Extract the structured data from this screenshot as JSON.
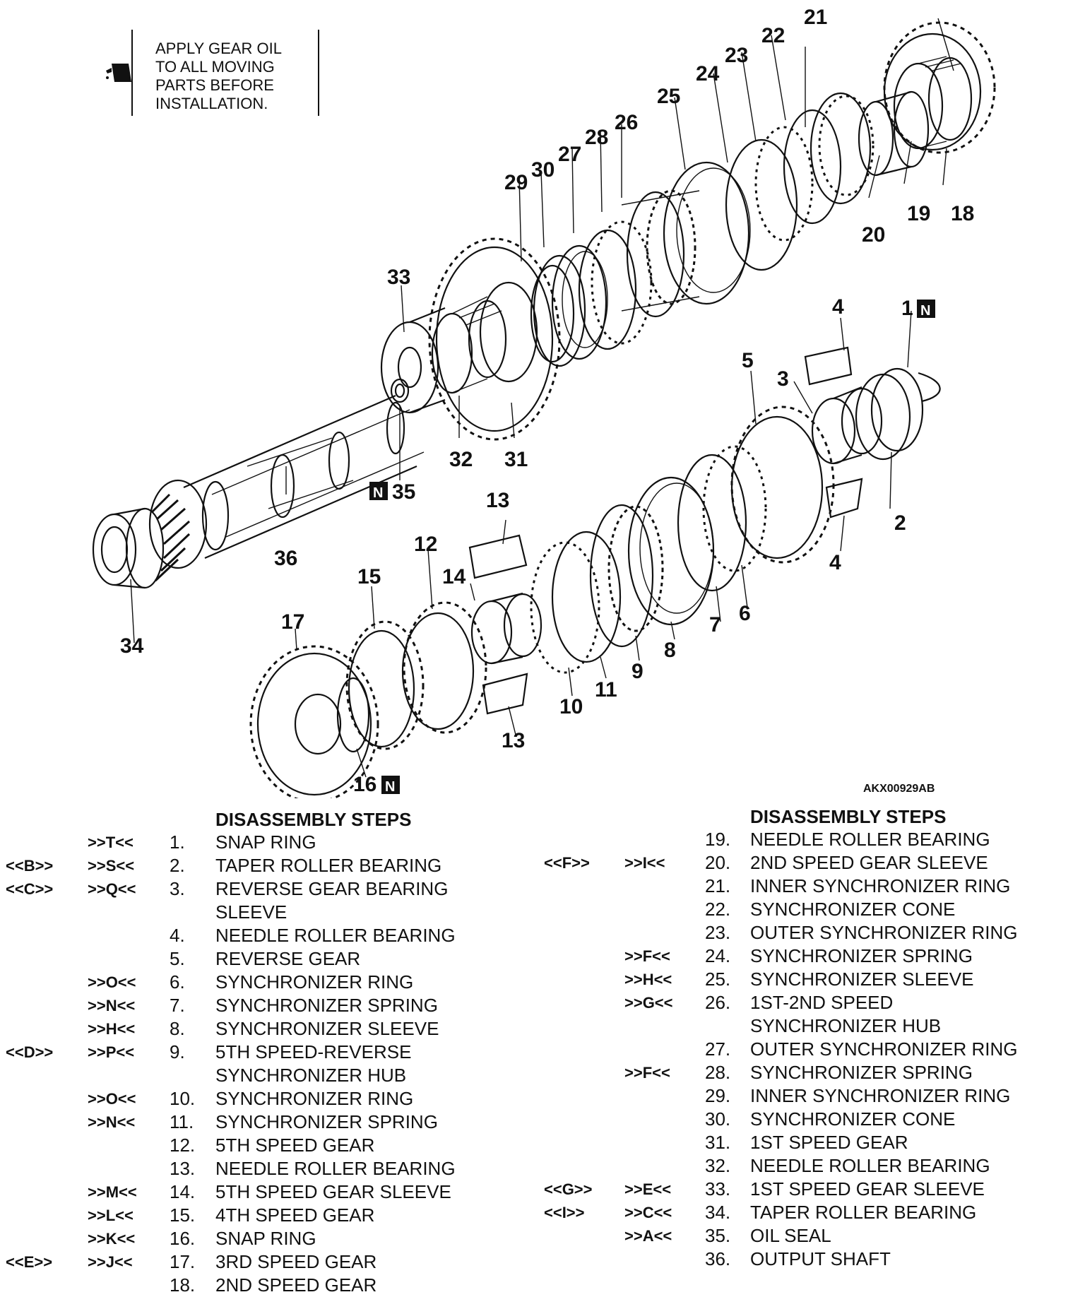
{
  "note": {
    "icon": "oil-can-icon",
    "lines": [
      "APPLY GEAR OIL",
      "TO ALL MOVING",
      "PARTS BEFORE",
      "INSTALLATION."
    ]
  },
  "figure_code": "AKX00929AB",
  "callouts": [
    {
      "id": "c1",
      "label": "1",
      "flag": "N"
    },
    {
      "id": "c2",
      "label": "2"
    },
    {
      "id": "c3",
      "label": "3"
    },
    {
      "id": "c4a",
      "label": "4"
    },
    {
      "id": "c4b",
      "label": "4"
    },
    {
      "id": "c5",
      "label": "5"
    },
    {
      "id": "c6",
      "label": "6"
    },
    {
      "id": "c7",
      "label": "7"
    },
    {
      "id": "c8",
      "label": "8"
    },
    {
      "id": "c9",
      "label": "9"
    },
    {
      "id": "c10",
      "label": "10"
    },
    {
      "id": "c11",
      "label": "11"
    },
    {
      "id": "c12",
      "label": "12"
    },
    {
      "id": "c13a",
      "label": "13"
    },
    {
      "id": "c13b",
      "label": "13"
    },
    {
      "id": "c14",
      "label": "14"
    },
    {
      "id": "c15",
      "label": "15"
    },
    {
      "id": "c16",
      "label": "16",
      "flag": "N"
    },
    {
      "id": "c17",
      "label": "17"
    },
    {
      "id": "c18",
      "label": "18"
    },
    {
      "id": "c19",
      "label": "19"
    },
    {
      "id": "c20",
      "label": "20"
    },
    {
      "id": "c21",
      "label": "21"
    },
    {
      "id": "c22",
      "label": "22"
    },
    {
      "id": "c23",
      "label": "23"
    },
    {
      "id": "c24",
      "label": "24"
    },
    {
      "id": "c25",
      "label": "25"
    },
    {
      "id": "c26",
      "label": "26"
    },
    {
      "id": "c27",
      "label": "27"
    },
    {
      "id": "c28",
      "label": "28"
    },
    {
      "id": "c29",
      "label": "29"
    },
    {
      "id": "c30",
      "label": "30"
    },
    {
      "id": "c31",
      "label": "31"
    },
    {
      "id": "c32",
      "label": "32"
    },
    {
      "id": "c33",
      "label": "33"
    },
    {
      "id": "c34",
      "label": "34"
    },
    {
      "id": "c35",
      "label": "35",
      "flag": "N"
    },
    {
      "id": "c36",
      "label": "36"
    }
  ],
  "steps_left": {
    "title": "DISASSEMBLY STEPS",
    "rows": [
      {
        "c1": "",
        "c2": ">>T<<",
        "num": "1.",
        "name": "SNAP RING"
      },
      {
        "c1": "<<B>>",
        "c2": ">>S<<",
        "num": "2.",
        "name": "TAPER ROLLER BEARING"
      },
      {
        "c1": "<<C>>",
        "c2": ">>Q<<",
        "num": "3.",
        "name": "REVERSE GEAR BEARING"
      },
      {
        "c1": "",
        "c2": "",
        "num": "",
        "name": "SLEEVE"
      },
      {
        "c1": "",
        "c2": "",
        "num": "4.",
        "name": "NEEDLE ROLLER BEARING"
      },
      {
        "c1": "",
        "c2": "",
        "num": "5.",
        "name": "REVERSE GEAR"
      },
      {
        "c1": "",
        "c2": ">>O<<",
        "num": "6.",
        "name": "SYNCHRONIZER RING"
      },
      {
        "c1": "",
        "c2": ">>N<<",
        "num": "7.",
        "name": "SYNCHRONIZER SPRING"
      },
      {
        "c1": "",
        "c2": ">>H<<",
        "num": "8.",
        "name": "SYNCHRONIZER SLEEVE"
      },
      {
        "c1": "<<D>>",
        "c2": ">>P<<",
        "num": "9.",
        "name": "5TH SPEED-REVERSE"
      },
      {
        "c1": "",
        "c2": "",
        "num": "",
        "name": "SYNCHRONIZER HUB"
      },
      {
        "c1": "",
        "c2": ">>O<<",
        "num": "10.",
        "name": "SYNCHRONIZER RING"
      },
      {
        "c1": "",
        "c2": ">>N<<",
        "num": "11.",
        "name": "SYNCHRONIZER SPRING"
      },
      {
        "c1": "",
        "c2": "",
        "num": "12.",
        "name": "5TH SPEED GEAR"
      },
      {
        "c1": "",
        "c2": "",
        "num": "13.",
        "name": "NEEDLE ROLLER BEARING"
      },
      {
        "c1": "",
        "c2": ">>M<<",
        "num": "14.",
        "name": "5TH SPEED GEAR SLEEVE"
      },
      {
        "c1": "",
        "c2": ">>L<<",
        "num": "15.",
        "name": "4TH SPEED GEAR"
      },
      {
        "c1": "",
        "c2": ">>K<<",
        "num": "16.",
        "name": "SNAP RING"
      },
      {
        "c1": "<<E>>",
        "c2": ">>J<<",
        "num": "17.",
        "name": "3RD SPEED GEAR"
      },
      {
        "c1": "",
        "c2": "",
        "num": "18.",
        "name": "2ND SPEED GEAR"
      }
    ]
  },
  "steps_right": {
    "title": "DISASSEMBLY STEPS",
    "rows": [
      {
        "c1": "",
        "c2": "",
        "num": "19.",
        "name": "NEEDLE ROLLER BEARING"
      },
      {
        "c1": "<<F>>",
        "c2": ">>I<<",
        "num": "20.",
        "name": "2ND SPEED GEAR SLEEVE"
      },
      {
        "c1": "",
        "c2": "",
        "num": "21.",
        "name": "INNER SYNCHRONIZER RING"
      },
      {
        "c1": "",
        "c2": "",
        "num": "22.",
        "name": "SYNCHRONIZER CONE"
      },
      {
        "c1": "",
        "c2": "",
        "num": "23.",
        "name": "OUTER SYNCHRONIZER RING"
      },
      {
        "c1": "",
        "c2": ">>F<<",
        "num": "24.",
        "name": "SYNCHRONIZER SPRING"
      },
      {
        "c1": "",
        "c2": ">>H<<",
        "num": "25.",
        "name": "SYNCHRONIZER SLEEVE"
      },
      {
        "c1": "",
        "c2": ">>G<<",
        "num": "26.",
        "name": "1ST-2ND SPEED"
      },
      {
        "c1": "",
        "c2": "",
        "num": "",
        "name": "SYNCHRONIZER HUB"
      },
      {
        "c1": "",
        "c2": "",
        "num": "27.",
        "name": "OUTER SYNCHRONIZER RING"
      },
      {
        "c1": "",
        "c2": ">>F<<",
        "num": "28.",
        "name": "SYNCHRONIZER SPRING"
      },
      {
        "c1": "",
        "c2": "",
        "num": "29.",
        "name": "INNER SYNCHRONIZER RING"
      },
      {
        "c1": "",
        "c2": "",
        "num": "30.",
        "name": "SYNCHRONIZER CONE"
      },
      {
        "c1": "",
        "c2": "",
        "num": "31.",
        "name": "1ST SPEED GEAR"
      },
      {
        "c1": "",
        "c2": "",
        "num": "32.",
        "name": "NEEDLE ROLLER BEARING"
      },
      {
        "c1": "<<G>>",
        "c2": ">>E<<",
        "num": "33.",
        "name": "1ST SPEED GEAR SLEEVE"
      },
      {
        "c1": "<<I>>",
        "c2": ">>C<<",
        "num": "34.",
        "name": "TAPER ROLLER BEARING"
      },
      {
        "c1": "",
        "c2": ">>A<<",
        "num": "35.",
        "name": "OIL SEAL"
      },
      {
        "c1": "",
        "c2": "",
        "num": "36.",
        "name": "OUTPUT SHAFT"
      }
    ]
  }
}
